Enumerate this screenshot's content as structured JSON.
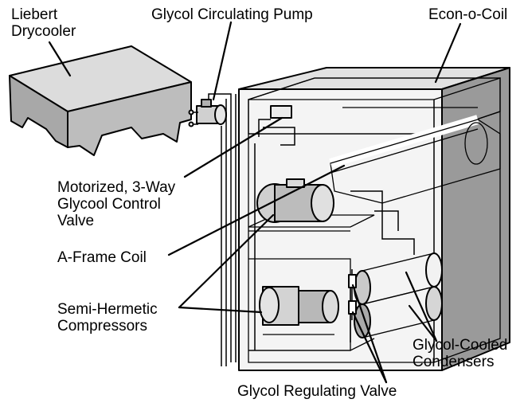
{
  "labels": {
    "drycooler": [
      "Liebert",
      "Drycooler"
    ],
    "pump": "Glycol Circulating Pump",
    "econ_coil": "Econ-o-Coil",
    "control_valve": [
      "Motorized, 3-Way",
      "Glycool Control",
      "Valve"
    ],
    "a_frame": "A-Frame Coil",
    "compressors": [
      "Semi-Hermetic",
      "Compressors"
    ],
    "condensers": [
      "Glycol-Cooled",
      "Condensers"
    ],
    "regulating_valve": "Glycol Regulating Valve"
  },
  "colors": {
    "ink": "#000000",
    "panel_light": "#d9d9d9",
    "panel_mid": "#b3b3b3",
    "panel_dark": "#8c8c8c",
    "interior": "#c4c4c4",
    "background": "#ffffff"
  }
}
